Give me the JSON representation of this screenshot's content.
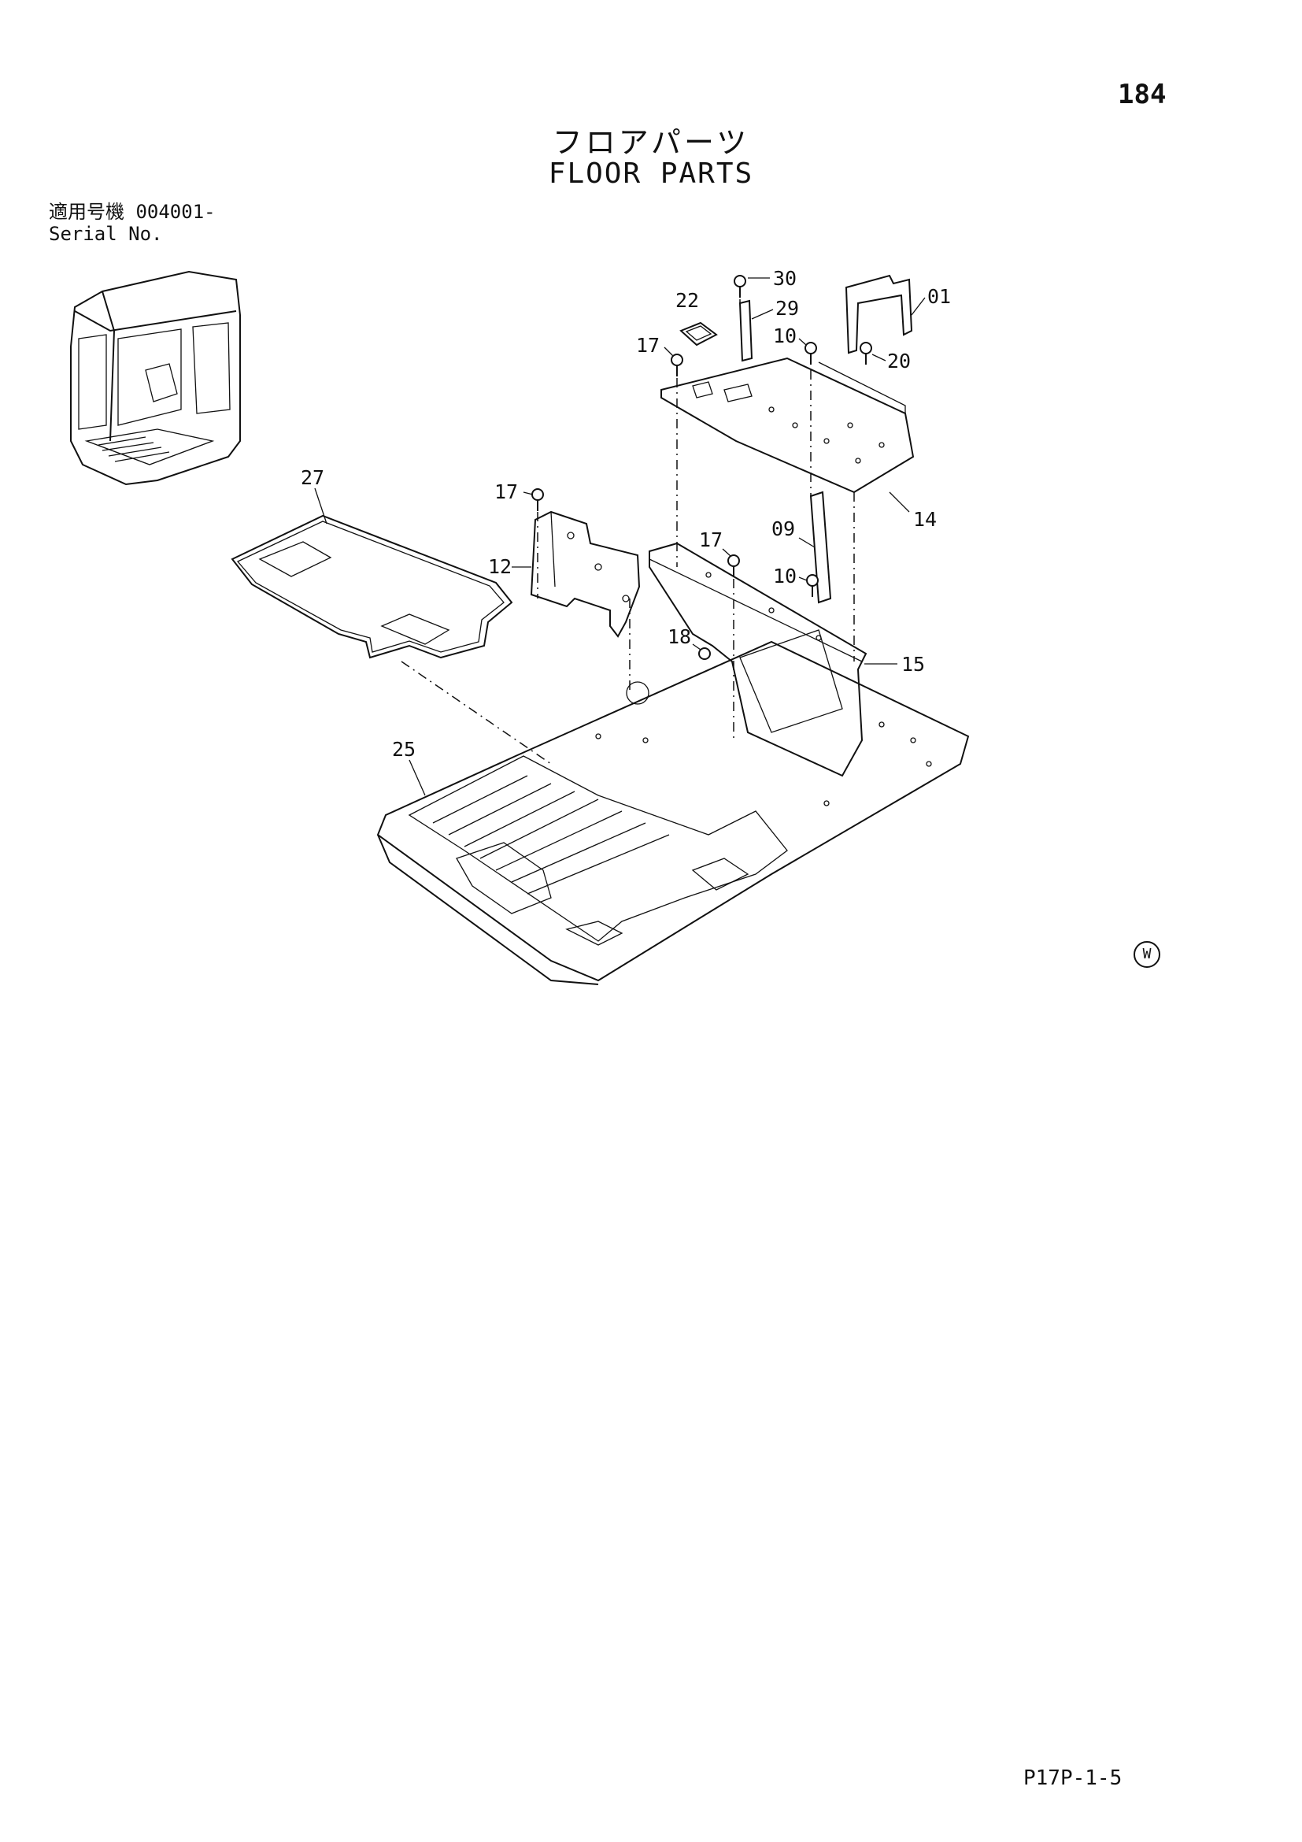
{
  "page": {
    "number": "184",
    "title_jp": "フロアパーツ",
    "title_en": "FLOOR PARTS",
    "serial_label_jp": "適用号機",
    "serial_value": "004001-",
    "serial_label_en": "Serial No.",
    "footer_code": "P17P-1-5",
    "mark": "W"
  },
  "callouts": [
    {
      "id": "c30",
      "label": "30"
    },
    {
      "id": "c22",
      "label": "22"
    },
    {
      "id": "c29",
      "label": "29"
    },
    {
      "id": "c01",
      "label": "01"
    },
    {
      "id": "c17a",
      "label": "17"
    },
    {
      "id": "c10a",
      "label": "10"
    },
    {
      "id": "c20",
      "label": "20"
    },
    {
      "id": "c27",
      "label": "27"
    },
    {
      "id": "c17b",
      "label": "17"
    },
    {
      "id": "c14",
      "label": "14"
    },
    {
      "id": "c09",
      "label": "09"
    },
    {
      "id": "c12",
      "label": "12"
    },
    {
      "id": "c17c",
      "label": "17"
    },
    {
      "id": "c10b",
      "label": "10"
    },
    {
      "id": "c18",
      "label": "18"
    },
    {
      "id": "c15",
      "label": "15"
    },
    {
      "id": "c25",
      "label": "25"
    }
  ]
}
